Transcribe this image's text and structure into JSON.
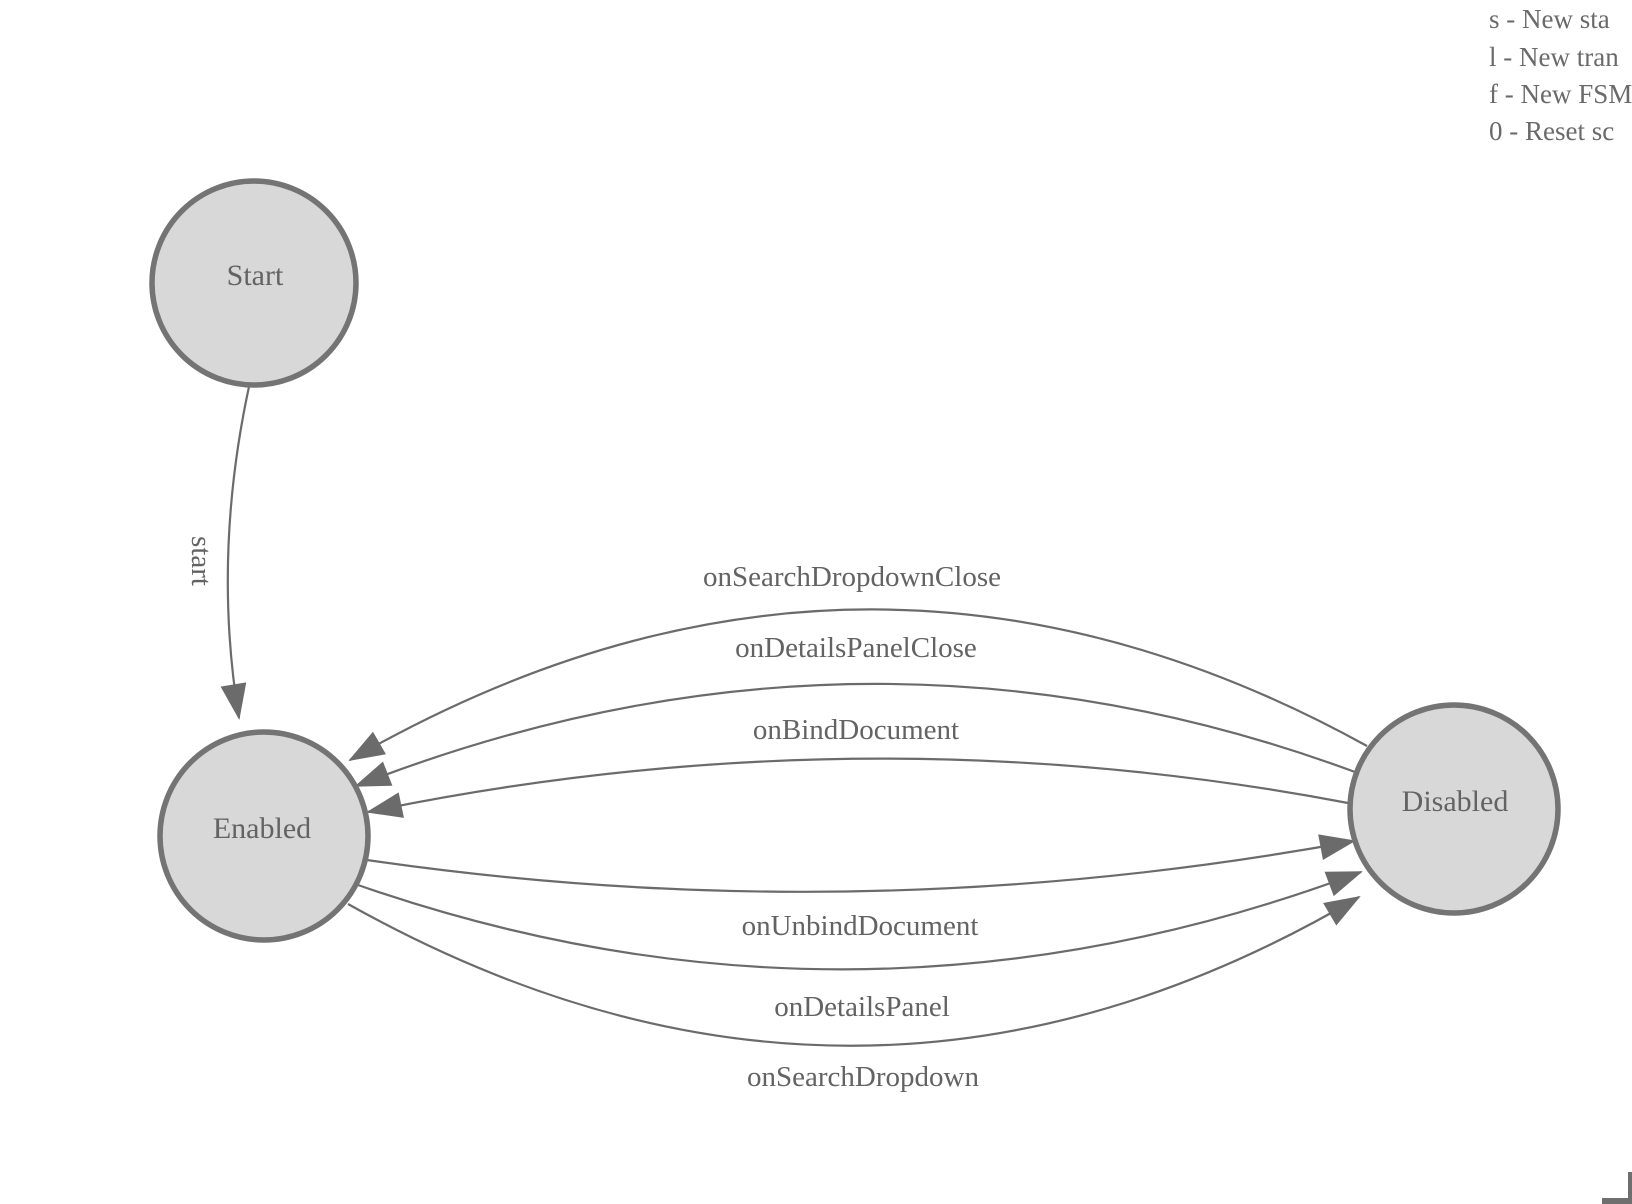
{
  "legend": {
    "lines": [
      "s - New sta",
      "l - New tran",
      "f - New FSM",
      "0 - Reset sc"
    ]
  },
  "nodes": [
    {
      "id": "start",
      "label": "Start"
    },
    {
      "id": "enabled",
      "label": "Enabled"
    },
    {
      "id": "disabled",
      "label": "Disabled"
    }
  ],
  "edges": [
    {
      "from": "Start",
      "to": "Enabled",
      "label": "start"
    },
    {
      "from": "Disabled",
      "to": "Enabled",
      "label": "onSearchDropdownClose"
    },
    {
      "from": "Disabled",
      "to": "Enabled",
      "label": "onDetailsPanelClose"
    },
    {
      "from": "Disabled",
      "to": "Enabled",
      "label": "onBindDocument"
    },
    {
      "from": "Enabled",
      "to": "Disabled",
      "label": "onUnbindDocument"
    },
    {
      "from": "Enabled",
      "to": "Disabled",
      "label": "onDetailsPanel"
    },
    {
      "from": "Enabled",
      "to": "Disabled",
      "label": "onSearchDropdown"
    }
  ],
  "colors": {
    "background": "#ffffff",
    "node_fill": "#d8d8d8",
    "node_stroke": "#747474",
    "edge_stroke": "#6b6b6b",
    "arrow_fill": "#6b6b6b",
    "label_text": "#636363",
    "legend_text": "#6a6a6a",
    "corner_color": "#6f6f6f"
  }
}
